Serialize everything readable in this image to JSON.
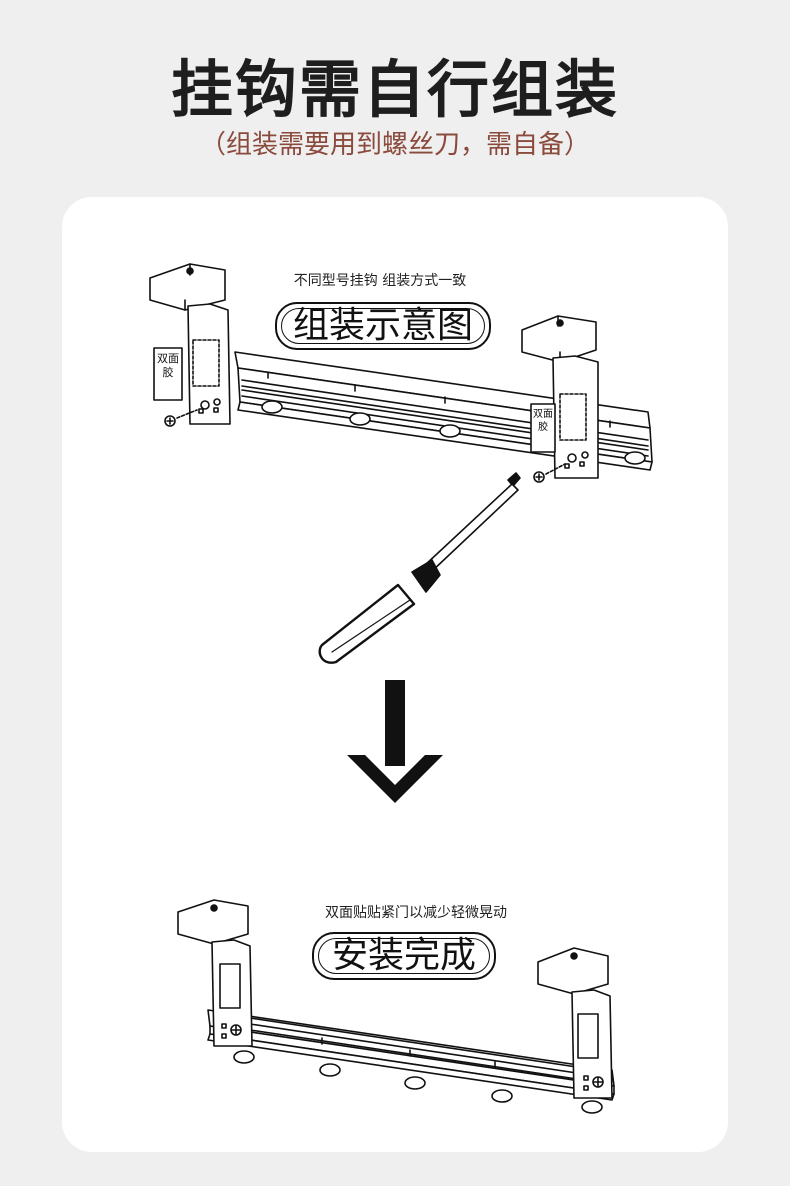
{
  "header": {
    "title": "挂钩需自行组装",
    "subtitle": "（组装需要用到螺丝刀，需自备）"
  },
  "step1": {
    "caption": "不同型号挂钩 组装方式一致",
    "label": "组装示意图",
    "tape_label_left": "双面胶",
    "tape_label_right": "双面胶"
  },
  "step2": {
    "caption": "双面贴贴紧门以减少轻微晃动",
    "label": "安装完成"
  },
  "icons": {
    "arrow": "arrow-down-icon",
    "tool": "screwdriver-icon",
    "screw": "screw-icon"
  },
  "colors": {
    "background": "#efefef",
    "card": "#ffffff",
    "title": "#1e1e1e",
    "subtitle": "#8a4a3c"
  }
}
